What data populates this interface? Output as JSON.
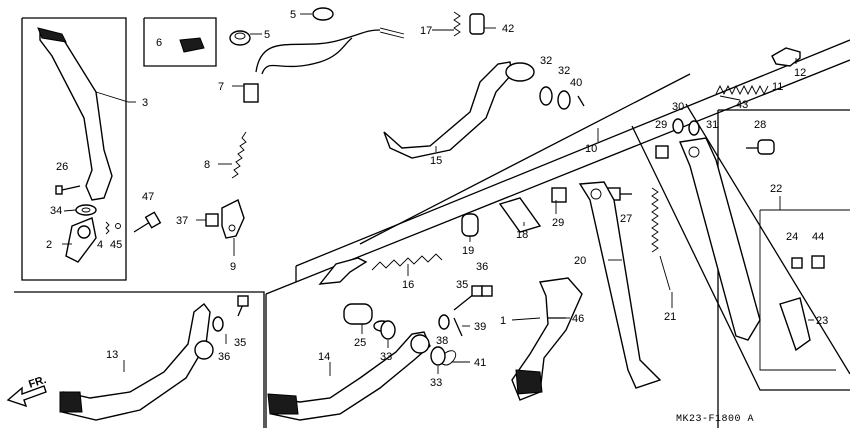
{
  "drawing_code": "MK23-F1800 A",
  "front_arrow_label": "FR.",
  "callouts": [
    "1",
    "2",
    "3",
    "4",
    "5",
    "5",
    "6",
    "7",
    "8",
    "9",
    "10",
    "11",
    "12",
    "13",
    "14",
    "15",
    "16",
    "17",
    "18",
    "19",
    "20",
    "21",
    "22",
    "23",
    "24",
    "25",
    "26",
    "27",
    "28",
    "29",
    "29",
    "30",
    "31",
    "32",
    "32",
    "33",
    "33",
    "34",
    "35",
    "35",
    "36",
    "36",
    "37",
    "38",
    "39",
    "40",
    "41",
    "42",
    "43",
    "44",
    "45",
    "46",
    "47"
  ]
}
